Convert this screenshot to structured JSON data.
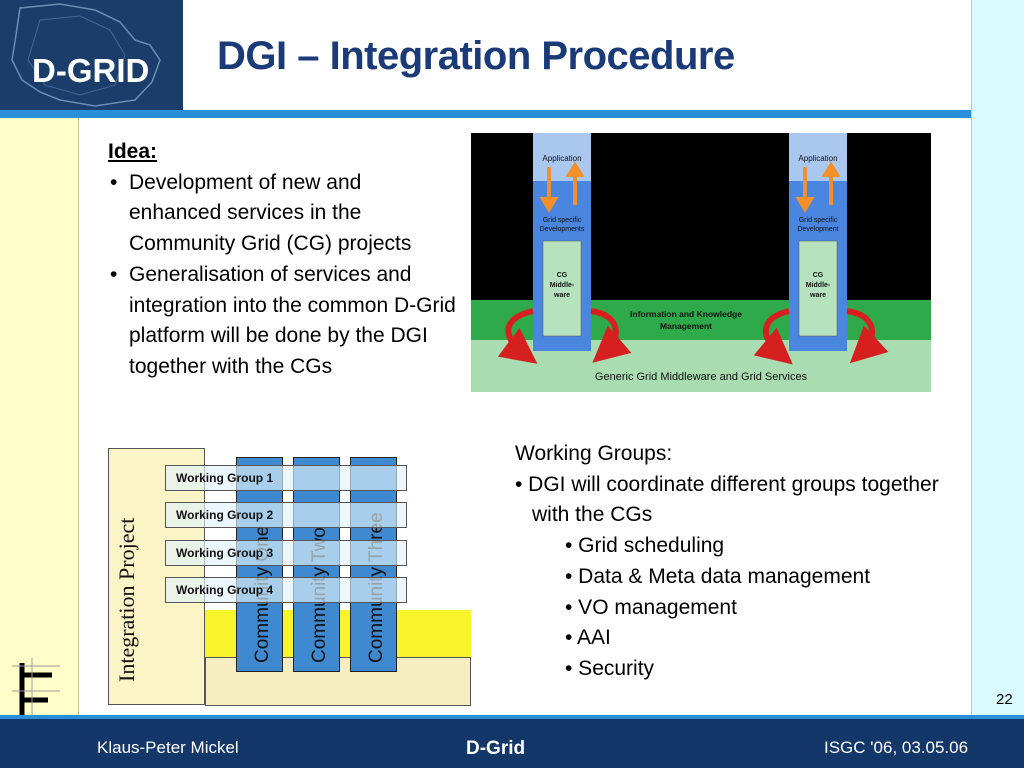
{
  "header": {
    "logo_text": "D-GRID",
    "title": "DGI – Integration Procedure"
  },
  "content": {
    "idea_heading": "Idea:",
    "idea_bullets": [
      "Development of new and enhanced services in the Community Grid (CG) projects",
      "Generalisation of services and integration into the common D-Grid platform will be done by the DGI together with the CGs"
    ],
    "working_groups_heading": "Working Groups:",
    "working_groups_intro": "• DGI will coordinate different groups together with the CGs",
    "working_groups_items": [
      "• Grid scheduling",
      "• Data & Meta data management",
      "• VO management",
      "• AAI",
      "• Security"
    ]
  },
  "diagram": {
    "left_app": "Application",
    "left_dev": "Grid specific Developments",
    "left_mw": "CG Middle-ware",
    "right_app": "Application",
    "right_dev": "Grid specific Development",
    "right_mw": "CG Middle-ware",
    "info_layer": "Information and Knowledge Management",
    "generic_layer": "Generic Grid Middleware and Grid Services"
  },
  "integration": {
    "project_label": "Integration Project",
    "working_groups": [
      "Working Group 1",
      "Working Group 2",
      "Working Group 3",
      "Working Group 4"
    ],
    "communities": [
      "Community One",
      "Community Two",
      "Community Three"
    ]
  },
  "footer": {
    "author": "Klaus-Peter Mickel",
    "center": "D-Grid",
    "event": "ISGC '06, 03.05.06",
    "page_number": "22"
  },
  "colors": {
    "header_blue": "#1a3d6b",
    "title_blue": "#1a3a78",
    "accent_blue": "#2b8ed8",
    "left_strip": "#fffec8",
    "right_strip": "#d9fbff"
  }
}
